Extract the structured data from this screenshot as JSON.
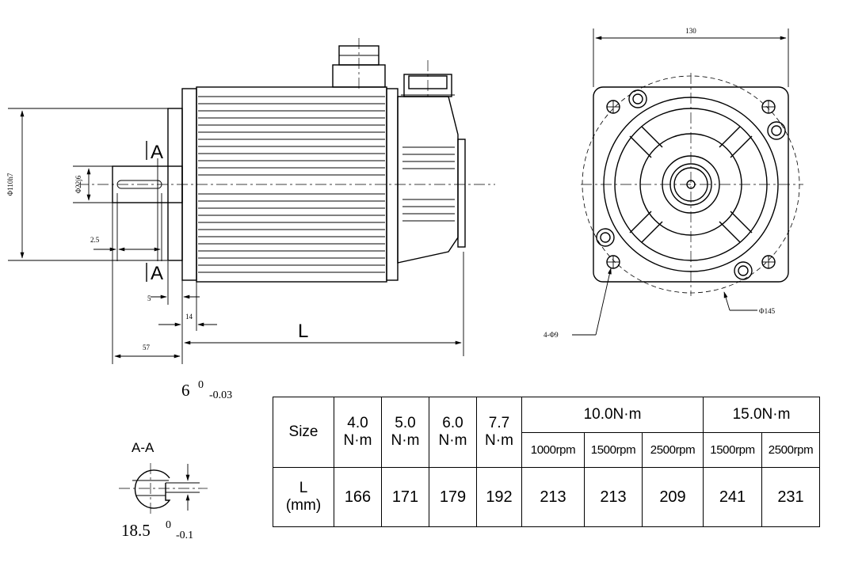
{
  "side_view": {
    "label_L": "L",
    "section_marker_top": "A",
    "section_marker_bottom": "A",
    "dim_flange_diameter": "Φ110h7",
    "dim_shaft_diameter": "Φ22j6",
    "dim_key_offset": "2.5",
    "dim_5": "5",
    "dim_14": "14",
    "dim_57": "57"
  },
  "front_view": {
    "dim_width": "130",
    "dim_pcd": "Φ145",
    "dim_holes": "4-Φ9"
  },
  "key_tolerance": {
    "base": "6",
    "upper": "0",
    "lower": "-0.03"
  },
  "section": {
    "title": "A-A",
    "tolerance": {
      "base": "18.5",
      "upper": "0",
      "lower": "-0.1"
    }
  },
  "table": {
    "size_label": "Size",
    "l_label_line1": "L",
    "l_label_line2": "(mm)",
    "torque_single": [
      {
        "value": "4.0",
        "unit": "N·m"
      },
      {
        "value": "5.0",
        "unit": "N·m"
      },
      {
        "value": "6.0",
        "unit": "N·m"
      },
      {
        "value": "7.7",
        "unit": "N·m"
      }
    ],
    "group_10": "10.0N·m",
    "group_15": "15.0N·m",
    "rpm_10": [
      "1000rpm",
      "1500rpm",
      "2500rpm"
    ],
    "rpm_15": [
      "1500rpm",
      "2500rpm"
    ],
    "l_values": [
      "166",
      "171",
      "179",
      "192",
      "213",
      "213",
      "209",
      "241",
      "231"
    ]
  }
}
